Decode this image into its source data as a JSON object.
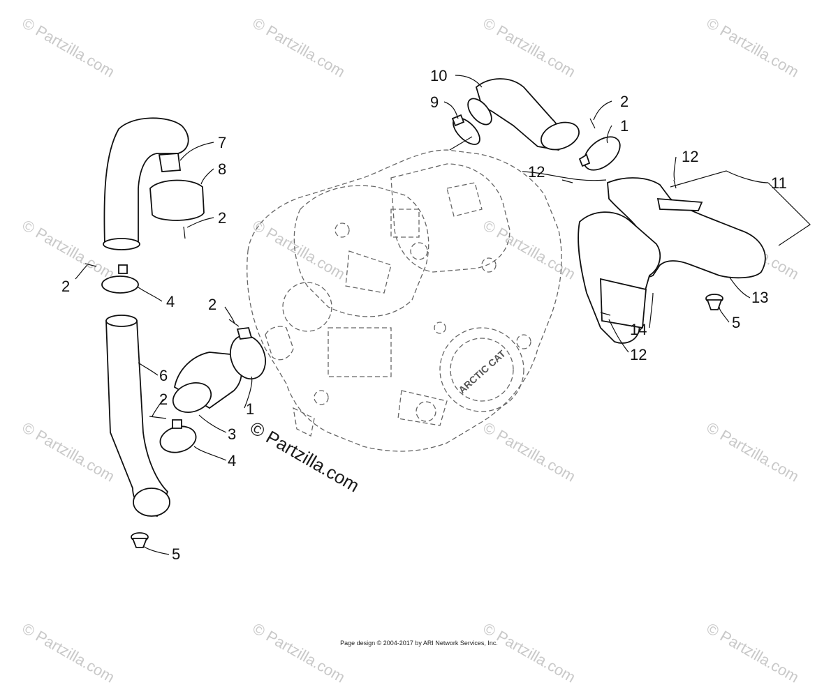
{
  "watermarks": {
    "text": "© Partzilla.com",
    "center_text": "© Partzilla.com"
  },
  "footer": {
    "text": "Page design © 2004-2017 by ARI Network Services, Inc."
  },
  "engine_label": "ARCTIC CAT",
  "callouts": {
    "c10": "10",
    "c9": "9",
    "c2a": "2",
    "c1a": "1",
    "c7": "7",
    "c8": "8",
    "c2b": "2",
    "c12a": "12",
    "c12b": "12",
    "c11": "11",
    "c2c": "2",
    "c4a": "4",
    "c2d": "2",
    "c6": "6",
    "c1b": "1",
    "c2e": "2",
    "c3": "3",
    "c4b": "4",
    "c13": "13",
    "c5a": "5",
    "c14": "14",
    "c12c": "12",
    "c5b": "5"
  },
  "colors": {
    "line": "#111111",
    "watermark": "#c9c9c9",
    "engine": "#666666"
  }
}
